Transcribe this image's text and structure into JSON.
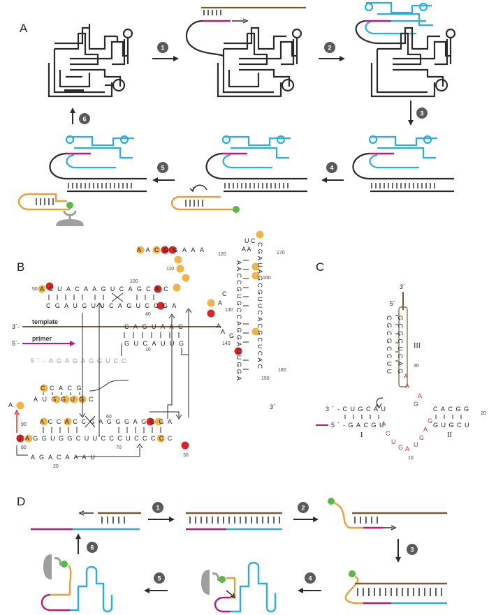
{
  "panels": {
    "a": "A",
    "b": "B",
    "c": "C",
    "d": "D"
  },
  "steps": [
    "1",
    "2",
    "3",
    "4",
    "5",
    "6"
  ],
  "colors": {
    "ink": "#2a2a2a",
    "primer": "#c2187c",
    "product": "#2aaee0",
    "template": "#7a5a32",
    "ribozyme": "#e8a03c",
    "label_dot": "#58b848",
    "surface": "#9e9e9e",
    "highlight_orange": "#f2b34a",
    "highlight_red": "#d62728"
  },
  "panel_b": {
    "template_label": "template",
    "primer_label": "primer",
    "three_prime": "3´-",
    "five_prime": "5´-",
    "gray_seq": "5´-AGAGAGGUCC",
    "stem_top": "AACGGAAA",
    "left_top": "ACUACAAGUCAGCAC",
    "left_bot": "CGAUGUUCAGUCCGA",
    "template_seq": "CAGUAAC",
    "primer_seq": "GUCAUUG",
    "p3_top": "CCACG",
    "p3_bot": "AUGGUGC",
    "p4_top": "ACCACCGAGGGAGGGA",
    "p4_bot": "UAGGUGGCUUCCCUCCCCC",
    "loop_seq": "AGACAAAU",
    "right_stem_5": "AACCGUGCCAGGAUUGGA",
    "right_stem_3": "CGAUAGCGUUCACGCUCAC",
    "nums": [
      "10",
      "20",
      "30",
      "40",
      "50",
      "60",
      "70",
      "80",
      "90",
      "100",
      "110",
      "120",
      "130",
      "140",
      "150",
      "160",
      "170",
      "180"
    ],
    "end_mark": "3´"
  },
  "panel_c": {
    "three_prime_top": "3´",
    "five_prime_left": "5´",
    "stem_seq": "GCGCUCAG",
    "stem_pair": "CGCGCCUU",
    "left_top": "3´-CUGCAU",
    "left_bot": "5´-GACGU",
    "right_top": "CACGG",
    "right_bot": "GUGCU",
    "loop_red": "ACUGAUGAGA",
    "roman": [
      "I",
      "II",
      "III"
    ],
    "nums": [
      "10",
      "20",
      "30"
    ]
  }
}
